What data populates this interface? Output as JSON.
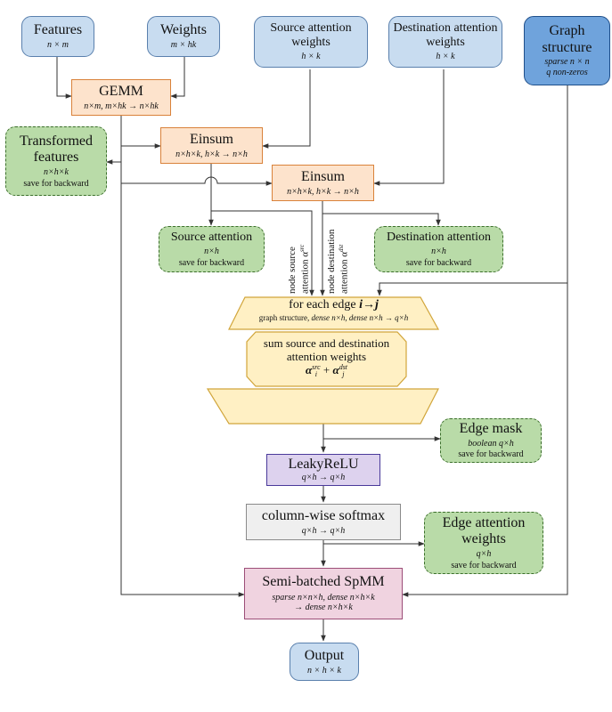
{
  "nodes": {
    "features": {
      "title": "Features",
      "sub": "n × m"
    },
    "weights": {
      "title": "Weights",
      "sub": "m × hk"
    },
    "src_attn_w": {
      "title": "Source attention weights",
      "sub": "h × k"
    },
    "dst_attn_w": {
      "title": "Destination attention weights",
      "sub": "h × k"
    },
    "graph": {
      "title": "Graph structure",
      "sub1": "sparse n × n",
      "sub2": "q non-zeros"
    },
    "gemm": {
      "title": "GEMM",
      "sub": "n×m, m×hk → n×hk"
    },
    "transformed": {
      "title": "Transformed features",
      "sub": "n×h×k",
      "sub2": "save for backward"
    },
    "einsum1": {
      "title": "Einsum",
      "sub": "n×h×k, h×k → n×h"
    },
    "einsum2": {
      "title": "Einsum",
      "sub": "n×h×k, h×k → n×h"
    },
    "src_attn": {
      "title": "Source attention",
      "sub": "n×h",
      "sub2": "save for backward"
    },
    "dst_attn": {
      "title": "Destination attention",
      "sub": "n×h",
      "sub2": "save for backward"
    },
    "label_src": {
      "line1": "node source",
      "line2": "attention α",
      "sup": "src"
    },
    "label_dst": {
      "line1": "node destination",
      "line2": "attention α",
      "sup": "dst"
    },
    "for_each": {
      "title_prefix": "for each edge ",
      "title_var": "i→j",
      "sub_plain": "graph structure, ",
      "sub_italic": "dense n×h, dense n×h → q×h"
    },
    "sum": {
      "line1": "sum source and destination",
      "line2": "attention weights",
      "alpha": "α",
      "i": "i",
      "src": "src",
      "plus": " + ",
      "j": "j",
      "dst": "dst"
    },
    "edge_mask": {
      "title": "Edge mask",
      "sub": "boolean q×h",
      "sub2": "save for backward"
    },
    "leaky": {
      "title": "LeakyReLU",
      "sub": "q×h → q×h"
    },
    "softmax": {
      "title": "column-wise softmax",
      "sub": "q×h → q×h"
    },
    "edge_attn_w": {
      "title": "Edge attention weights",
      "sub": "q×h",
      "sub2": "save for backward"
    },
    "spmm": {
      "title": "Semi-batched SpMM",
      "sub1": "sparse n×n×h, dense n×h×k",
      "sub2": "→ dense n×h×k"
    },
    "output": {
      "title": "Output",
      "sub": "n × h × k"
    }
  },
  "colors": {
    "input_fill": "#c8dcf0",
    "graph_fill": "#6fa3dc",
    "op_fill": "#fde3cc",
    "saved_fill": "#b9dba8",
    "edge_fill": "#fff0c4",
    "leaky_fill": "#ddd2ee",
    "softmax_fill": "#efefef",
    "spmm_fill": "#f0d3e0",
    "line": "#333333"
  }
}
